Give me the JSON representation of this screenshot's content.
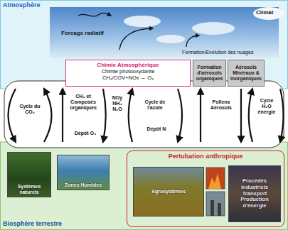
{
  "diagram": {
    "nodes": [
      {
        "text": [
          "Atmosphère"
        ]
      },
      {
        "text": [
          "Chimie Atmosphérique",
          "Chimie photooxydante CH₄/COV+NOx → O₃"
        ],
        "in": 0
      },
      {
        "text": [
          "Formation d'aérosols organiques"
        ],
        "in": 0
      },
      {
        "text": [
          "Aérosols Minéraux & inorganiques"
        ],
        "in": 0
      },
      {
        "text": [
          "Biosphère terrestre"
        ]
      },
      {
        "text": [
          "Systèmes naturels"
        ],
        "in": 4
      },
      {
        "text": [
          "Zones Humides"
        ],
        "in": 4
      },
      {
        "text": [
          "Pertubation anthropique"
        ],
        "in": 4
      },
      {
        "text": [
          "Agrosystèmes"
        ],
        "in": 7
      },
      {
        "text": [
          "Procédés industriels Transport Production d'énergie"
        ],
        "in": 7
      }
    ],
    "edges": [
      {
        "from": 0,
        "to": 4,
        "arrow": "to"
      },
      {
        "from": 4,
        "to": 0,
        "arrow": "to"
      },
      {
        "from": 4,
        "to": 0,
        "arrow": "to"
      },
      {
        "from": 0,
        "to": 4,
        "arrow": "to"
      },
      {
        "from": 4,
        "to": 0,
        "arrow": "to"
      },
      {
        "from": 0,
        "to": 4,
        "arrow": "to"
      },
      {
        "from": 4,
        "to": 0,
        "arrow": "to"
      },
      {
        "from": 0,
        "to": 4,
        "arrow": "to"
      },
      {
        "from": 4,
        "to": 0,
        "arrow": "to"
      },
      {
        "from": 0,
        "to": 4,
        "arrow": "to"
      }
    ],
    "labels": [
      "Climat",
      "Forcage radiatif",
      "Formation/Evolution des nuages",
      "Cycle du CO₂",
      "CH₄ et Composés organiques",
      "Dépôt O₃",
      "NOy NH₃ N₂O",
      "Cycle de l'azote",
      "Dépôt N",
      "Pollens Aérosols",
      "Cycle H₂O énergie"
    ]
  }
}
